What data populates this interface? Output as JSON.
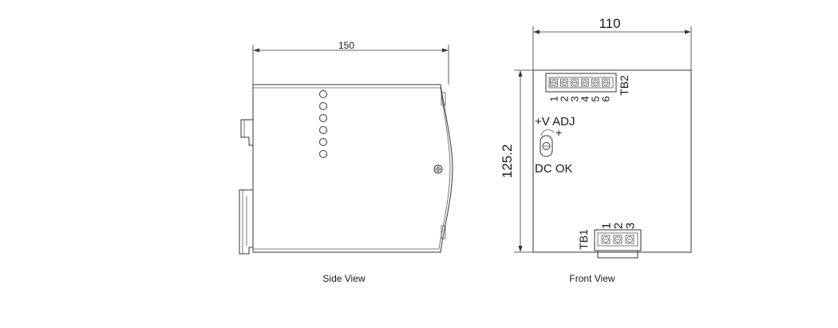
{
  "side_view": {
    "caption": "Side View",
    "dimension_width": "150",
    "indicator_count": 6
  },
  "front_view": {
    "caption": "Front View",
    "dimension_width": "110",
    "dimension_height": "125.2",
    "tb2_label": "TB2",
    "tb2_pins": [
      "1",
      "2",
      "3",
      "4",
      "5",
      "6"
    ],
    "tb1_label": "TB1",
    "tb1_pins": [
      "1",
      "2",
      "3"
    ],
    "vadj_label": "+V ADJ",
    "plus_label": "+",
    "dcok_label": "DC OK"
  }
}
